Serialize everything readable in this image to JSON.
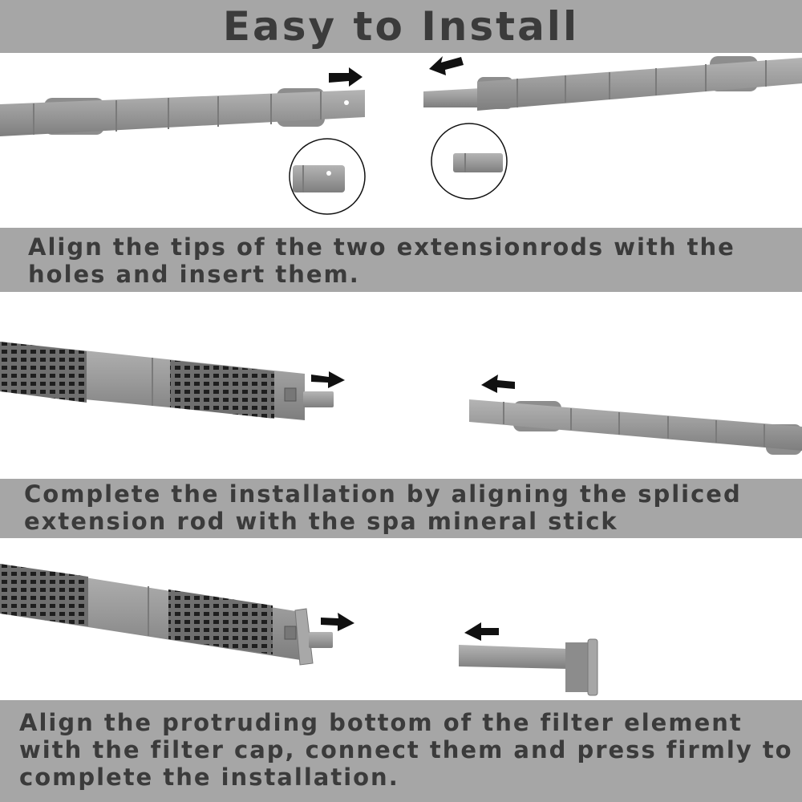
{
  "title": "Easy to Install",
  "steps": [
    {
      "caption": "Align the tips of the two extensionrods with the holes and insert them."
    },
    {
      "caption": "Complete the installation by aligning the spliced extension rod with the spa mineral stick"
    },
    {
      "caption": "Align the protruding bottom of the filter element with the filter cap, connect them and press firmly to complete the installation."
    }
  ],
  "colors": {
    "band": "#a6a6a6",
    "text": "#3b3b3b",
    "rod": "#9a9a9a",
    "arrow": "#111111"
  }
}
